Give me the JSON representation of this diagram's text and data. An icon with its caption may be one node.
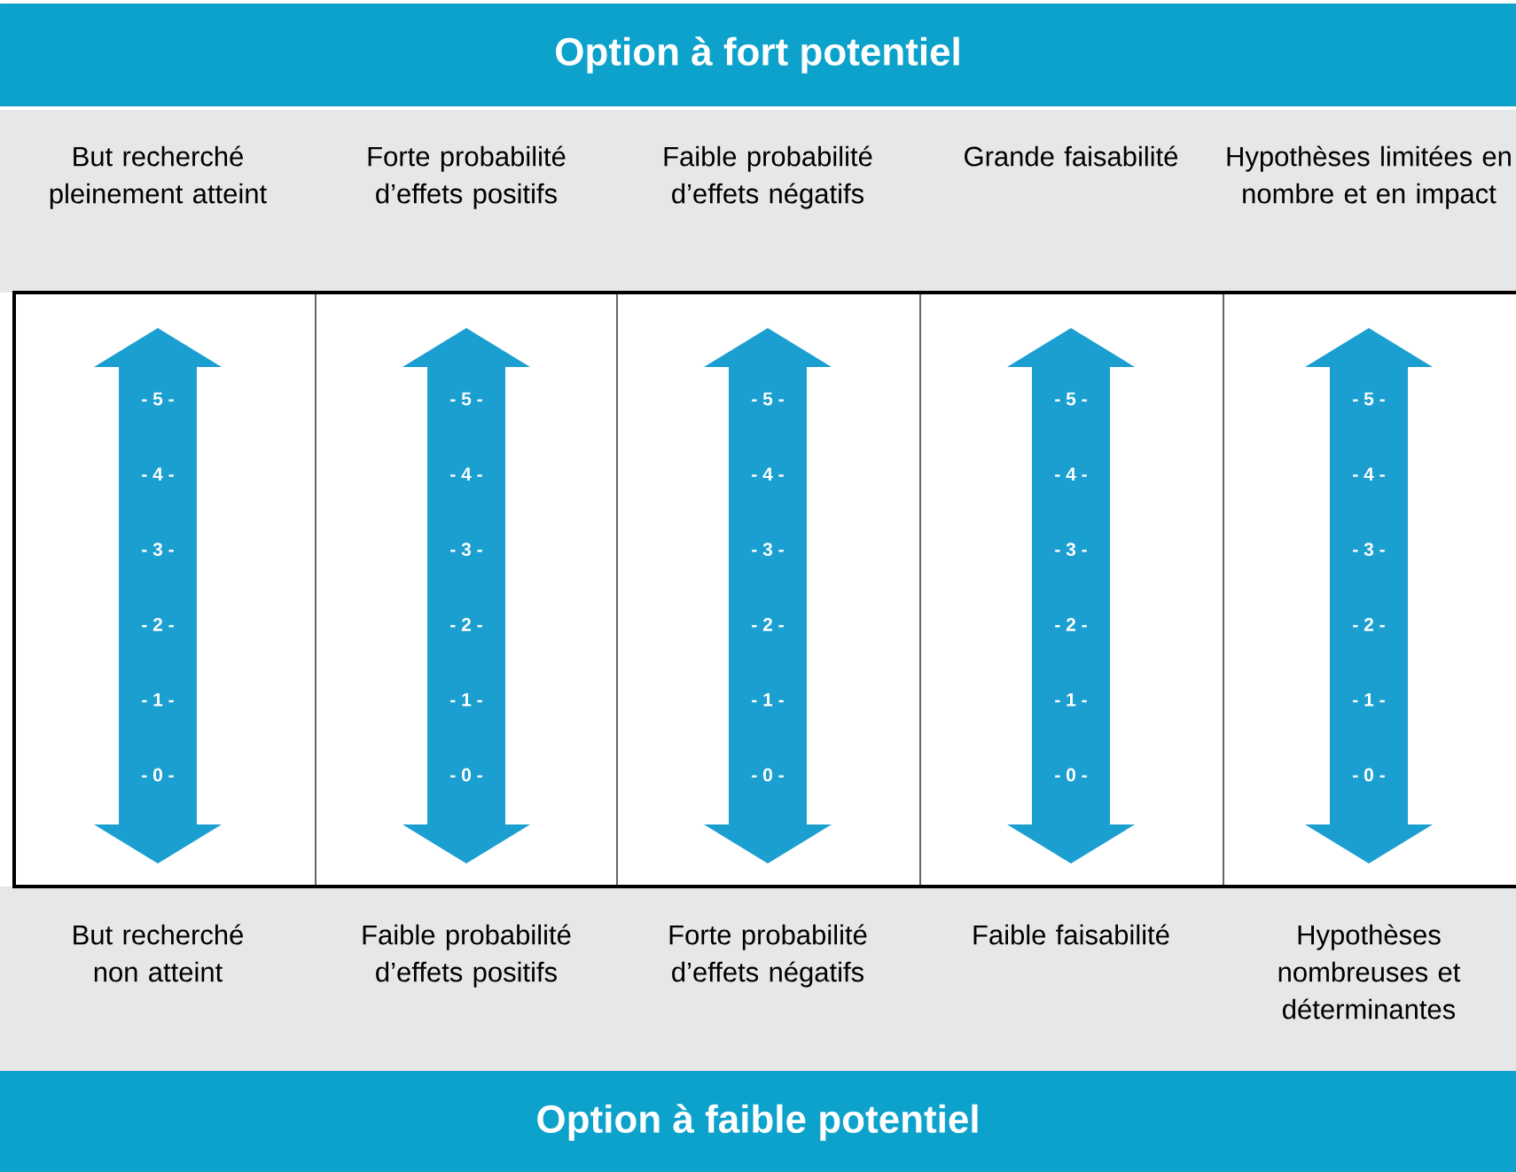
{
  "diagram": {
    "nodes": [
      {
        "text": [
          "Option à fort potentiel"
        ]
      },
      {
        "text": [
          "Option à faible potentiel"
        ]
      },
      {
        "text": [
          "- 5 -",
          "- 4 -",
          "- 3 -",
          "- 2 -",
          "- 1 -",
          "- 0 -"
        ]
      },
      {
        "text": [
          "- 5 -",
          "- 4 -",
          "- 3 -",
          "- 2 -",
          "- 1 -",
          "- 0 -"
        ]
      },
      {
        "text": [
          "- 5 -",
          "- 4 -",
          "- 3 -",
          "- 2 -",
          "- 1 -",
          "- 0 -"
        ]
      },
      {
        "text": [
          "- 5 -",
          "- 4 -",
          "- 3 -",
          "- 2 -",
          "- 1 -",
          "- 0 -"
        ]
      },
      {
        "text": [
          "- 5 -",
          "- 4 -",
          "- 3 -",
          "- 2 -",
          "- 1 -",
          "- 0 -"
        ]
      }
    ],
    "labels": [
      "But recherché pleinement atteint",
      "Forte probabilité d’effets positifs",
      "Faible probabilité d’effets négatifs",
      "Grande faisabilité",
      "Hypothèses limitées en nombre et en impact",
      "But recherché non atteint",
      "Faible probabilité d’effets positifs",
      "Forte probabilité d’effets négatifs",
      "Faible faisabilité",
      "Hypothèses nombreuses et déterminantes"
    ]
  }
}
